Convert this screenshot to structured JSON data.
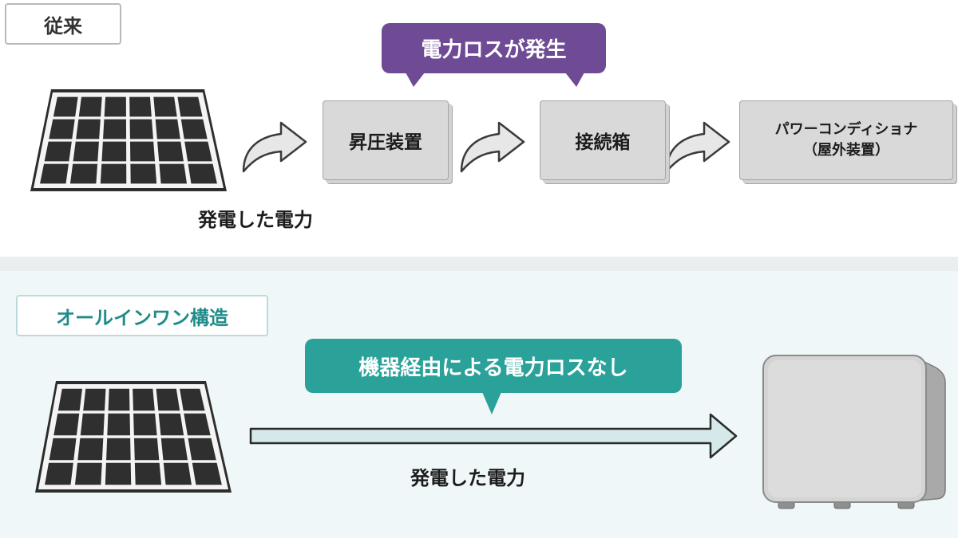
{
  "conventional": {
    "tag": "従来",
    "loss_callout": "電力ロスが発生",
    "steps": [
      {
        "label": "昇圧装置"
      },
      {
        "label": "接続箱"
      },
      {
        "label": "パワーコンディショナ",
        "sublabel": "（屋外装置）"
      }
    ],
    "power_label": "発電した電力"
  },
  "all_in_one": {
    "tag": "オールインワン構造",
    "callout": "機器経由による電力ロスなし",
    "power_label": "発電した電力"
  },
  "colors": {
    "loss_callout": "#6e4b94",
    "no_loss_callout": "#2aa29a",
    "all_in_one_tag_text": "#1f8c8a",
    "box_fill": "#d9d9d9",
    "arrow_fill": "#d6e9ea",
    "panel_cell": "#2f2f2f"
  }
}
